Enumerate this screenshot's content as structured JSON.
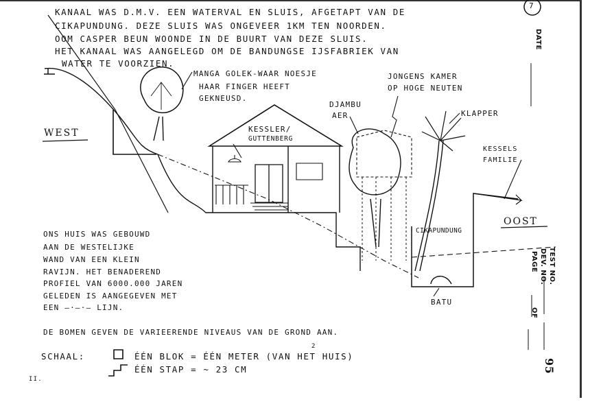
{
  "intro": {
    "line1": "KANAAL WAS D.M.V. EEN WATERVAL EN SLUIS, AFGETAPT VAN DE",
    "line2": "CIKAPUNDUNG. DEZE SLUIS WAS ONGEVEER 1KM TEN NOORDEN.",
    "line3": "OOM CASPER BEUN WOONDE IN DE BUURT VAN DEZE SLUIS.",
    "line4": "HET KANAAL WAS AANGELEGD OM DE BANDUNGSE IJSFABRIEK VAN",
    "line5": "WATER TE VOORZIEN."
  },
  "labels": {
    "manga_line1": "MANGA GOLEK-WAAR NOESJE",
    "manga_line2": "HAAR FINGER HEEFT",
    "manga_line3": "GEKNEUSD.",
    "jongens_line1": "JONGENS KAMER",
    "jongens_line2": "OP HOGE NEUTEN",
    "djambu_line1": "DJAMBU",
    "djambu_line2": "AER",
    "klapper": "KLAPPER",
    "west": "WEST",
    "house_line1": "KESSLER/",
    "house_line2": "GUTTENBERG",
    "kessels_line1": "KESSELS",
    "kessels_line2": "FAMILIE",
    "oost": "OOST",
    "cikapundung": "CIKAPUNDUNG",
    "batu": "BATU"
  },
  "notes": {
    "line1": "ONS HUIS WAS GEBOUWD",
    "line2": "AAN DE WESTELIJKE",
    "line3": "WAND VAN EEN KLEIN",
    "line4": "RAVIJN. HET BENADEREND",
    "line5": "PROFIEL VAN 6000.000 JAREN",
    "line6": "GELEDEN IS AANGEGEVEN MET",
    "line7": "EEN —·—·— LIJN."
  },
  "trees_note": "DE BOMEN GEVEN DE VARIEERENDE NIVEAUS VAN DE GROND AAN.",
  "scale": {
    "label": "SCHAAL:",
    "line1": "ÉÉN BLOK = ÉÉN METER (VAN HET HUIS)",
    "superscript": "2",
    "line2": "ÉÉN STAP = ~ 23 CM"
  },
  "page_number_circled": "7",
  "form": {
    "date": "DATE",
    "test_no": "TEST NO.",
    "dev_no": "DEV. NO.",
    "page": "PAGE",
    "of": "OF",
    "page_number": "95"
  },
  "footer_mark": "ıı."
}
